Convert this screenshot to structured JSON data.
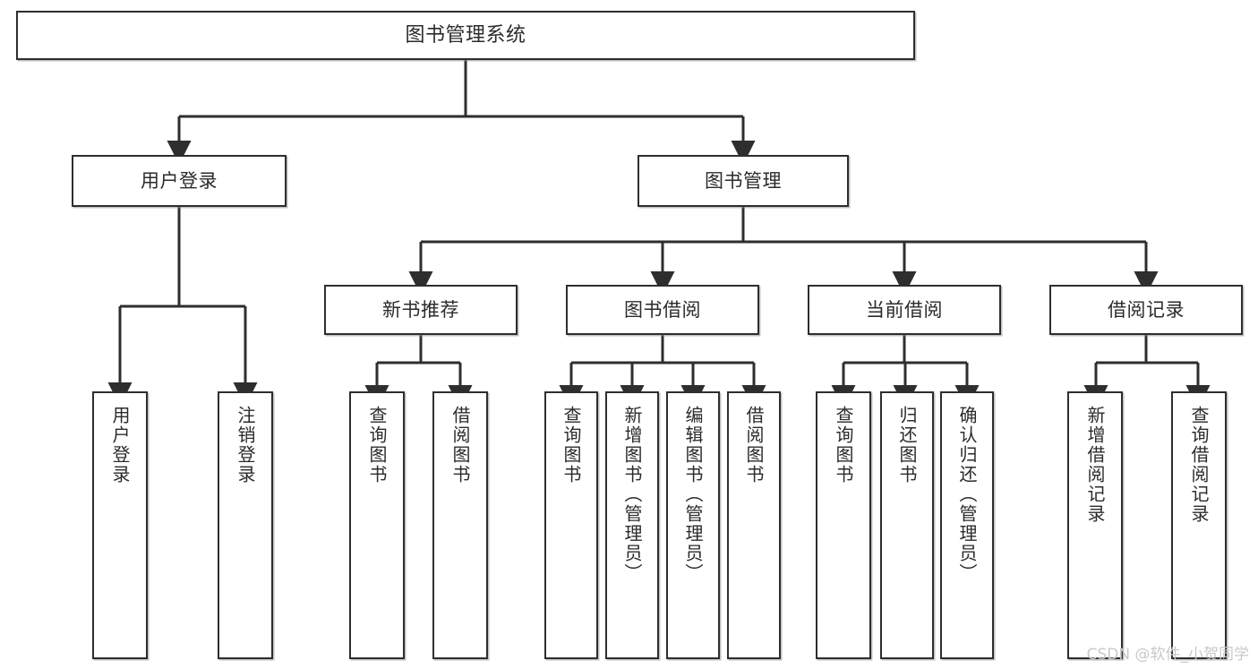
{
  "diagram": {
    "type": "tree",
    "title": "图书管理系统",
    "root": {
      "label": "图书管理系统"
    },
    "level1": [
      {
        "label": "用户登录"
      },
      {
        "label": "图书管理"
      }
    ],
    "level2": [
      {
        "label": "新书推荐"
      },
      {
        "label": "图书借阅"
      },
      {
        "label": "当前借阅"
      },
      {
        "label": "借阅记录"
      }
    ],
    "leaves": {
      "user_login": [
        {
          "label": "用户登录"
        },
        {
          "label": "注销登录"
        }
      ],
      "new_book_recommend": [
        {
          "label": "查询图书"
        },
        {
          "label": "借阅图书"
        }
      ],
      "book_borrow": [
        {
          "label": "查询图书"
        },
        {
          "label": "新增图书（管理员）"
        },
        {
          "label": "编辑图书（管理员）"
        },
        {
          "label": "借阅图书"
        }
      ],
      "current_borrow": [
        {
          "label": "查询图书"
        },
        {
          "label": "归还图书"
        },
        {
          "label": "确认归还（管理员）"
        }
      ],
      "borrow_records": [
        {
          "label": "新增借阅记录"
        },
        {
          "label": "查询借阅记录"
        }
      ]
    }
  },
  "watermark": {
    "text": "CSDN @软件_小贺同学"
  },
  "colors": {
    "stroke": "#2e2e2e",
    "background": "#ffffff",
    "text": "#2b2b2b",
    "watermark": "#c9c9c9"
  }
}
